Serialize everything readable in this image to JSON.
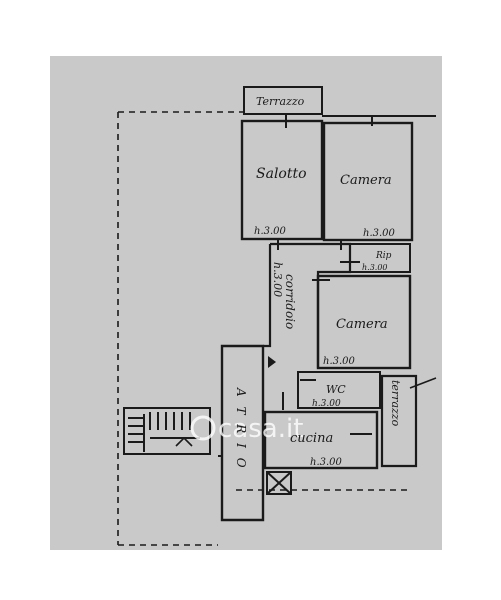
{
  "rooms": {
    "terrazzo_top": "Terrazzo",
    "salotto": "Salotto",
    "salotto_h": "h.3.00",
    "camera1": "Camera",
    "camera1_h": "h.3.00",
    "rip": "Rip",
    "rip_h": "h.3.00",
    "corridoio": "corridoio",
    "corridoio_h": "h.3.00",
    "camera2": "Camera",
    "camera2_h": "h.3.00",
    "wc": "WC",
    "wc_h": "h.3.00",
    "cucina": "cucina",
    "cucina_h": "h.3.00",
    "terrazzo_side": "terrazzo",
    "atrio": "A T R I O"
  },
  "watermark": {
    "text": "casa.it"
  },
  "colors": {
    "paper": "#c9c9c9",
    "ink": "#1a1a1a",
    "watermark": "#ffffff"
  }
}
